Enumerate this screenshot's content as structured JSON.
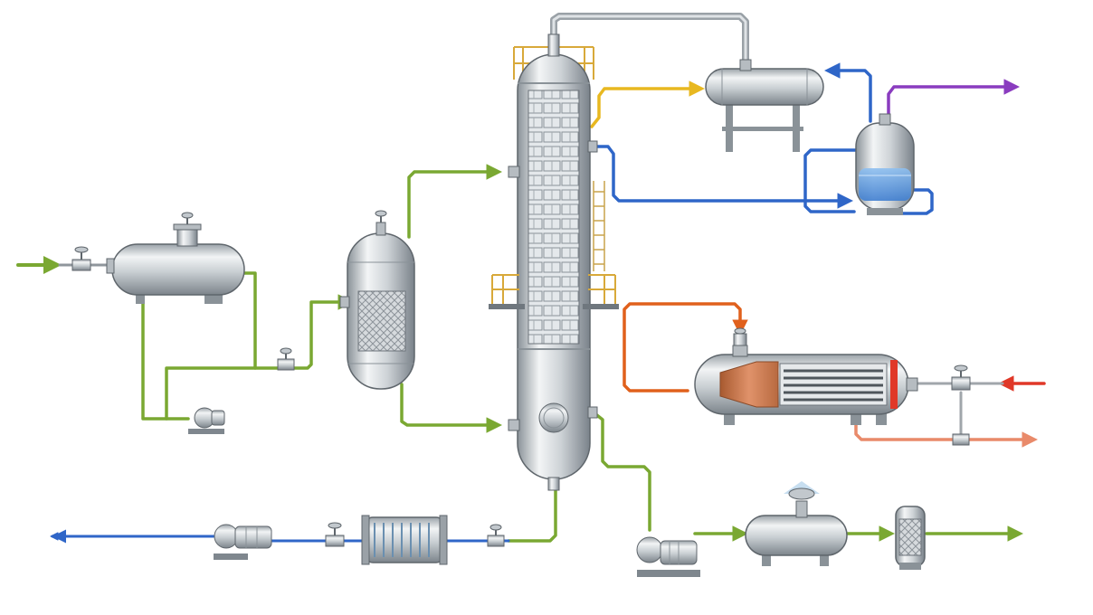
{
  "diagram": {
    "kind": "process-flow-diagram",
    "labels_visible": false,
    "colors": {
      "background": "#ffffff",
      "feed_green": "#7aa832",
      "overhead_yellow": "#e8b820",
      "coolant_blue": "#2f66c8",
      "product_purple": "#8a3cbf",
      "hot_orange": "#e0601c",
      "hot_red": "#e03828",
      "return_salmon": "#e98a6a",
      "pipe_grey": "#8f969c",
      "steel_light": "#eef1f3",
      "steel_mid": "#c2c8cd",
      "steel_dark": "#7f878e",
      "platform_yellow": "#d8a93a",
      "liquid_blue": "#5a9ae0"
    },
    "equipment": [
      {
        "id": "feed-drum",
        "type": "horizontal-vessel"
      },
      {
        "id": "feed-pump",
        "type": "centrifugal-pump"
      },
      {
        "id": "packed-separator",
        "type": "vertical-vessel-packed"
      },
      {
        "id": "distillation-column",
        "type": "tray-column"
      },
      {
        "id": "overhead-condenser",
        "type": "shell-and-tube-exchanger"
      },
      {
        "id": "reflux-drum",
        "type": "vertical-drum"
      },
      {
        "id": "reboiler",
        "type": "kettle-reboiler"
      },
      {
        "id": "bottoms-pump",
        "type": "centrifugal-pump"
      },
      {
        "id": "product-tank",
        "type": "horizontal-vessel"
      },
      {
        "id": "filter",
        "type": "cartridge-filter"
      },
      {
        "id": "return-pump",
        "type": "centrifugal-pump"
      },
      {
        "id": "return-cooler",
        "type": "exchanger"
      }
    ],
    "streams": [
      {
        "id": "feed-inlet",
        "color": "feed_green"
      },
      {
        "id": "vapor-overhead",
        "color": "pipe_grey"
      },
      {
        "id": "condensate",
        "color": "overhead_yellow"
      },
      {
        "id": "coolant-loop",
        "color": "coolant_blue"
      },
      {
        "id": "distillate-product",
        "color": "product_purple"
      },
      {
        "id": "reboiler-loop",
        "color": "hot_orange"
      },
      {
        "id": "heating-medium",
        "color": "hot_red"
      },
      {
        "id": "heating-return",
        "color": "return_salmon"
      },
      {
        "id": "bottoms-product",
        "color": "feed_green"
      },
      {
        "id": "recycle-return",
        "color": "coolant_blue"
      }
    ]
  }
}
